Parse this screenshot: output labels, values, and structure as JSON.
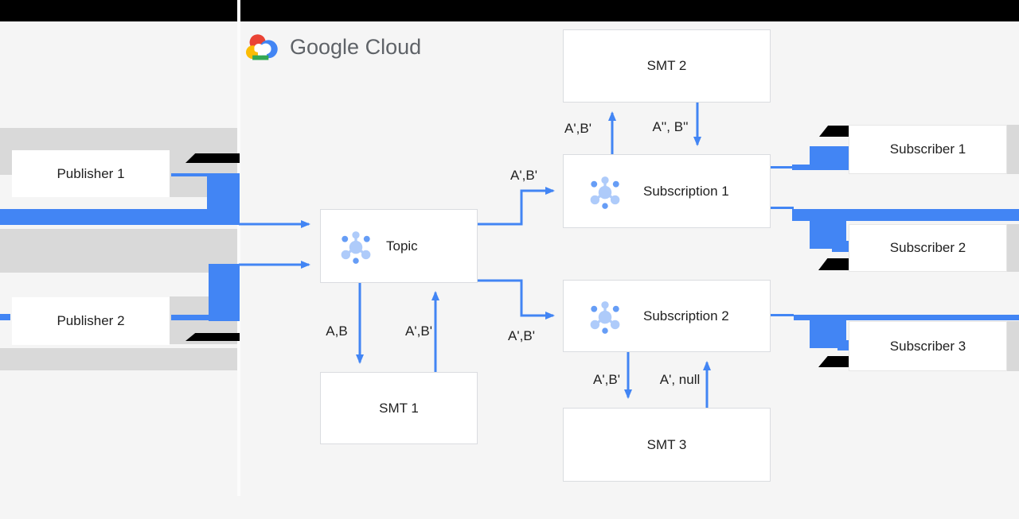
{
  "header": {
    "logo_text": "Google Cloud"
  },
  "nodes": {
    "publisher1": {
      "label": "Publisher 1"
    },
    "publisher2": {
      "label": "Publisher 2"
    },
    "topic": {
      "label": "Topic"
    },
    "smt1": {
      "label": "SMT 1"
    },
    "smt2": {
      "label": "SMT 2"
    },
    "smt3": {
      "label": "SMT 3"
    },
    "subscription1": {
      "label": "Subscription 1"
    },
    "subscription2": {
      "label": "Subscription 2"
    },
    "subscriber1": {
      "label": "Subscriber 1"
    },
    "subscriber2": {
      "label": "Subscriber 2"
    },
    "subscriber3": {
      "label": "Subscriber 3"
    }
  },
  "edge_labels": {
    "topic_to_subscription1": "A',B'",
    "topic_to_subscription2": "A',B'",
    "topic_to_smt1": "A,B",
    "smt1_to_topic": "A',B'",
    "subscription1_to_smt2": "A',B'",
    "smt2_to_subscription1": "A'', B''",
    "subscription2_to_smt3": "A',B'",
    "smt3_to_subscription2": "A', null"
  },
  "colors": {
    "blue": "#4285f4",
    "gray_band": "#d9d9d9",
    "bg": "#f5f5f5",
    "bg_bottom": "#f2f2f2",
    "topbar": "#000000",
    "divider": "#fcfcfc",
    "box_border": "#dadce0",
    "box_bg": "#ffffff",
    "text": "#1f1f1f",
    "logo_text": "#5f6368",
    "icon_light": "#aecbfa",
    "icon_mid": "#669df6",
    "g_red": "#ea4335",
    "g_yellow": "#fbbc04",
    "g_green": "#34a853",
    "g_blue": "#4285f4"
  }
}
